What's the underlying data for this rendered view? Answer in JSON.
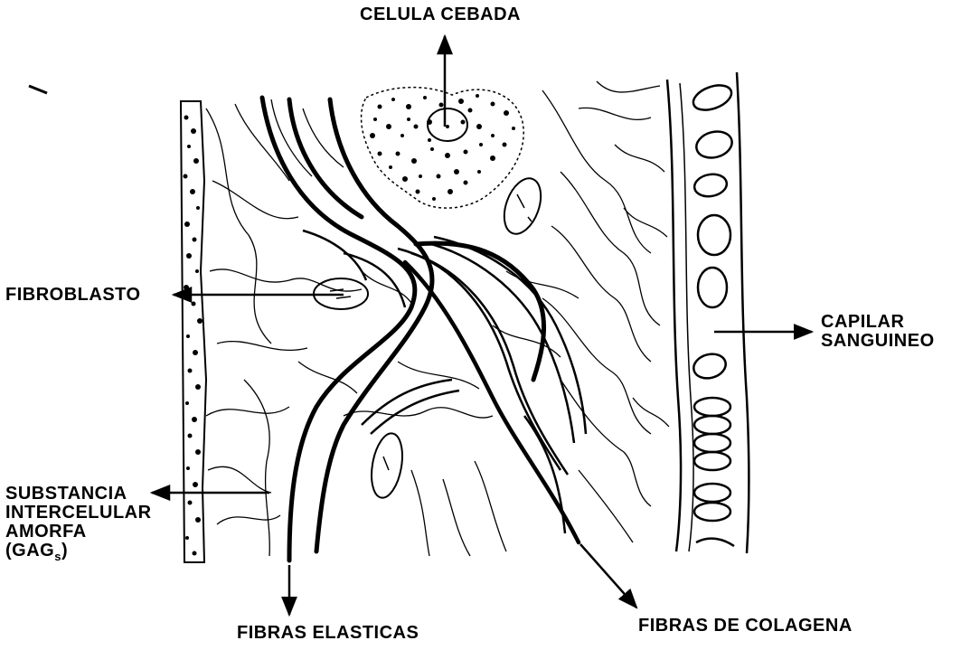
{
  "labels": {
    "celula_cebada": "CELULA CEBADA",
    "fibroblasto": "FIBROBLASTO",
    "capilar_line1": "CAPILAR",
    "capilar_line2": "SANGUINEO",
    "substancia_line1": "SUBSTANCIA",
    "substancia_line2": "INTERCELULAR",
    "substancia_line3": "AMORFA",
    "gag_prefix": "(GAG",
    "gag_sub": "s",
    "gag_suffix": ")",
    "fibras_elasticas": "FIBRAS ELASTICAS",
    "fibras_colagena": "FIBRAS DE COLAGENA"
  },
  "colors": {
    "ink": "#000000",
    "background": "#ffffff"
  }
}
